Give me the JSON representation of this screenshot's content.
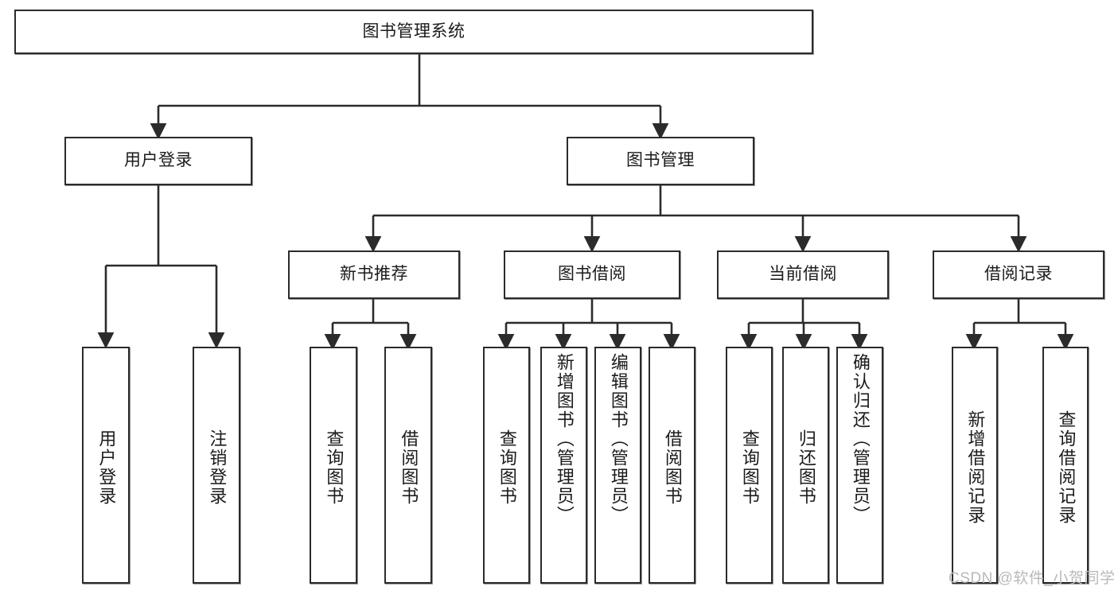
{
  "diagram": {
    "type": "hierarchy-tree",
    "title": "图书管理系统",
    "root": {
      "label": "图书管理系统"
    },
    "level2": [
      {
        "label": "用户登录"
      },
      {
        "label": "图书管理"
      }
    ],
    "level3": [
      {
        "label": "新书推荐"
      },
      {
        "label": "图书借阅"
      },
      {
        "label": "当前借阅"
      },
      {
        "label": "借阅记录"
      }
    ],
    "leaves": {
      "user_login": [
        {
          "label": "用户登录"
        },
        {
          "label": "注销登录"
        }
      ],
      "new_book_recommend": [
        {
          "label": "查询图书"
        },
        {
          "label": "借阅图书"
        }
      ],
      "book_borrow": [
        {
          "label": "查询图书"
        },
        {
          "label": "新增图书（管理员）"
        },
        {
          "label": "编辑图书（管理员）"
        },
        {
          "label": "借阅图书"
        }
      ],
      "current_borrow": [
        {
          "label": "查询图书"
        },
        {
          "label": "归还图书"
        },
        {
          "label": "确认归还（管理员）"
        }
      ],
      "borrow_record": [
        {
          "label": "新增借阅记录"
        },
        {
          "label": "查询借阅记录"
        }
      ]
    }
  },
  "watermark": {
    "text": "CSDN @软件_小贺同学"
  },
  "colors": {
    "stroke": "#2b2b2b",
    "box_fill": "#ffffff",
    "text": "#1b1b1b",
    "watermark": "#b9b9b9",
    "background": "#ffffff"
  }
}
